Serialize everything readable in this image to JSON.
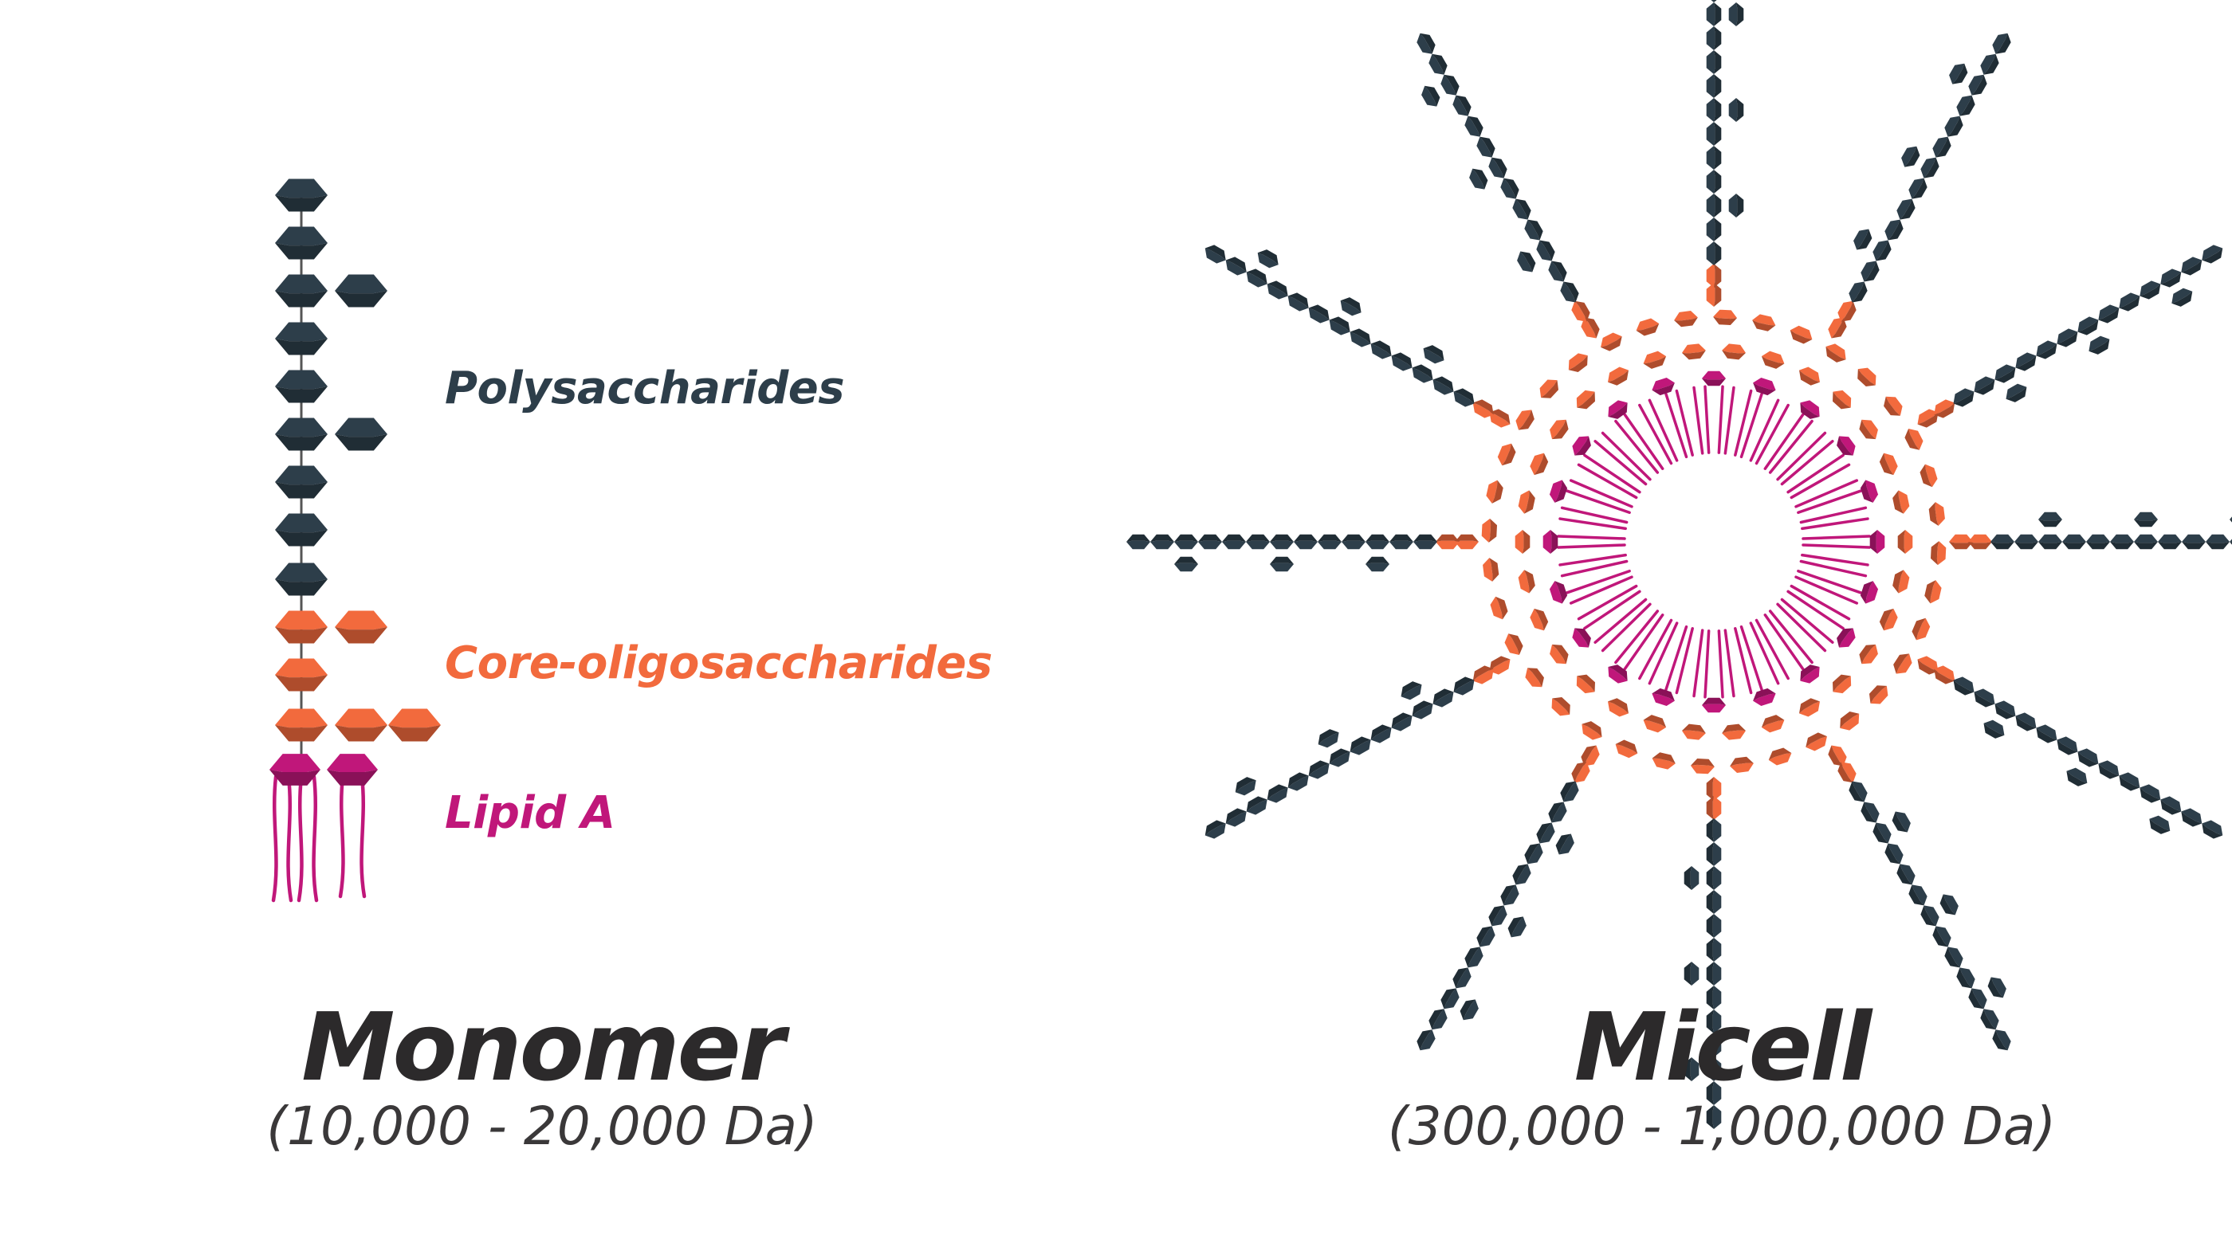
{
  "colors": {
    "polysaccharide": "#2d3e4a",
    "core": "#f26a3d",
    "lipid": "#c0177a",
    "title_text": "#2c2a2b"
  },
  "monomer": {
    "title": "Monomer",
    "mass": "(10,000 - 20,000 Da)",
    "labels": {
      "polysaccharides": "Polysaccharides",
      "core": "Core-oligosaccharides",
      "lipid": "Lipid A"
    }
  },
  "micell": {
    "title": "Micell",
    "mass": "(300,000 - 1,000,000 Da)"
  },
  "icons": {
    "polysaccharide_unit": "hexagon",
    "core_unit": "hexagon",
    "lipid_unit": "hexagon-with-tails"
  }
}
